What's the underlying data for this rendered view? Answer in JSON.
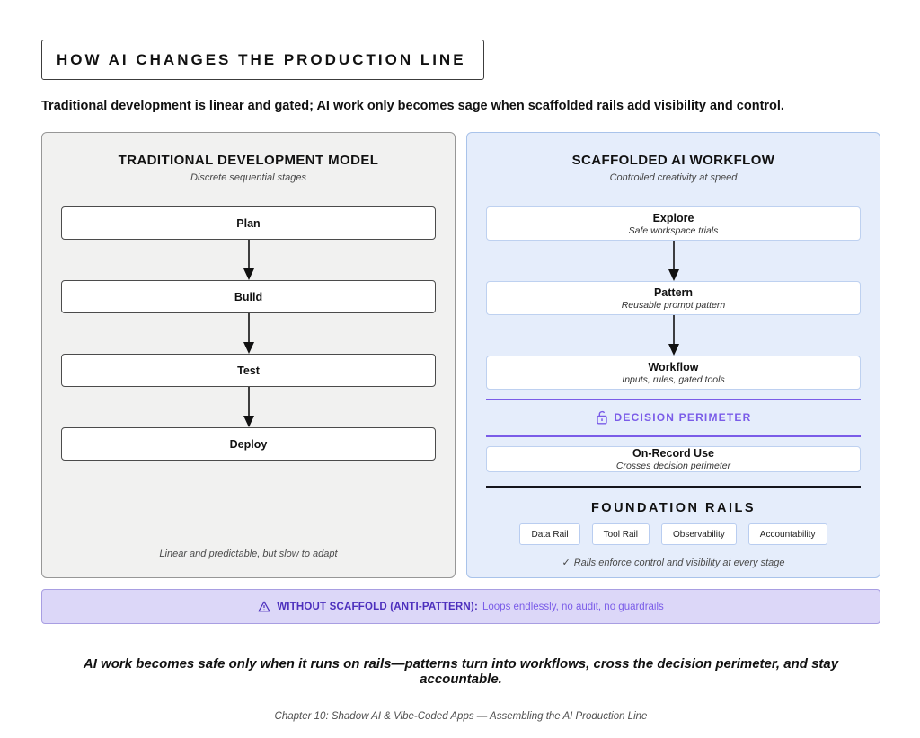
{
  "header": {
    "title": "HOW AI CHANGES THE PRODUCTION LINE",
    "subtitle": "Traditional development is linear and gated; AI work only becomes sage when scaffolded rails add visibility and control."
  },
  "left_panel": {
    "title": "TRADITIONAL DEVELOPMENT MODEL",
    "subtitle": "Discrete sequential stages",
    "stages": [
      "Plan",
      "Build",
      "Test",
      "Deploy"
    ],
    "caption": "Linear and predictable, but slow to adapt"
  },
  "right_panel": {
    "title": "SCAFFOLDED AI WORKFLOW",
    "subtitle": "Controlled creativity at speed",
    "stages": [
      {
        "label": "Explore",
        "sublabel": "Safe workspace trials"
      },
      {
        "label": "Pattern",
        "sublabel": "Reusable prompt pattern"
      },
      {
        "label": "Workflow",
        "sublabel": "Inputs, rules, gated tools"
      }
    ],
    "perimeter_label": "DECISION PERIMETER",
    "on_record": {
      "label": "On-Record Use",
      "sublabel": "Crosses decision perimeter"
    },
    "rails_title": "FOUNDATION RAILS",
    "rails": [
      "Data Rail",
      "Tool Rail",
      "Observability",
      "Accountability"
    ],
    "rails_note_icon": "✓",
    "rails_note": "Rails enforce control and visibility at every stage"
  },
  "banner": {
    "bold_label": "WITHOUT SCAFFOLD (ANTI-PATTERN):",
    "text": "Loops endlessly, no audit, no guardrails"
  },
  "conclusion": "AI work becomes safe only when it runs on rails—patterns turn into workflows, cross the decision perimeter, and stay accountable.",
  "footnote": "Chapter 10: Shadow AI & Vibe-Coded Apps — Assembling the AI Production Line",
  "colors": {
    "purple_accent": "#7a5ce8",
    "purple_dark": "#4c2fbd",
    "banner_bg": "#dcd7f8",
    "banner_border": "#a89ee2",
    "right_panel_bg": "#e5edfb",
    "right_panel_border": "#a9c3ea",
    "right_box_border": "#bed1f0",
    "left_panel_bg": "#f1f1f0",
    "left_panel_border": "#979797",
    "left_box_border": "#4b4b4b",
    "arrow": "#111111"
  }
}
